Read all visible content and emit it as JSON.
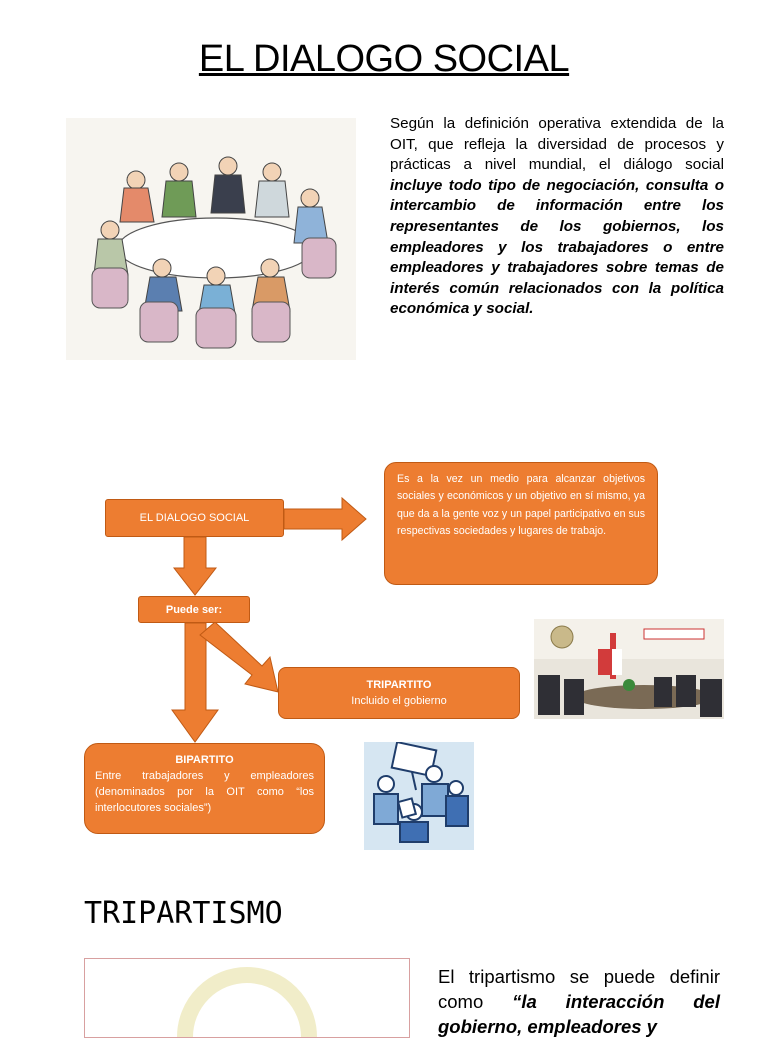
{
  "title": "EL DIALOGO SOCIAL",
  "intro": {
    "normal": "Según la definición operativa extendida de la OIT, que refleja la diversidad de procesos y prácticas a nivel mundial, el diálogo social ",
    "emphasis": "incluye todo tipo de negociación, consulta o intercambio de información entre los representantes de los gobiernos, los empleadores y los trabajadores o entre empleadores y trabajadores sobre temas de interés común relacionados con la política económica y social."
  },
  "diagram": {
    "root": "EL DIALOGO SOCIAL",
    "medio": "Es a la vez un medio para alcanzar objetivos sociales y económicos y un objetivo en sí mismo, ya que da a la gente voz y un papel participativo en sus respectivas sociedades y lugares de trabajo.",
    "puede_ser": "Puede ser:",
    "tripartito_title": "TRIPARTITO",
    "tripartito_sub": "Incluido el gobierno",
    "bipartito_title": "BIPARTITO",
    "bipartito_lines": [
      "Entre trabajadores y empleadores",
      "(denominados por la OIT como “los",
      "interlocutores sociales”)"
    ]
  },
  "tripartismo": {
    "heading": "TRIPARTISMO",
    "text_normal": "El tripartismo se puede definir como ",
    "text_emphasis": "“la interacción del gobierno, empleadores y"
  },
  "colors": {
    "box": "#ED7D31",
    "arrow": "#ED7D31"
  }
}
